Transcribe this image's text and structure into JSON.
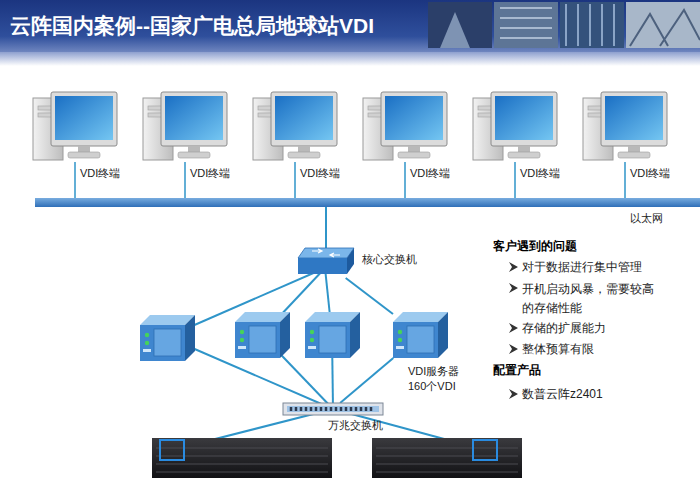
{
  "diagram": {
    "title": "云阵国内案例--国家广电总局地球站VDI",
    "nodes": [
      {
        "text": [
          "VDI终端"
        ]
      },
      {
        "text": [
          "VDI终端"
        ]
      },
      {
        "text": [
          "VDI终端"
        ]
      },
      {
        "text": [
          "VDI终端"
        ]
      },
      {
        "text": [
          "VDI终端"
        ]
      },
      {
        "text": [
          "VDI终端"
        ]
      },
      {
        "text": [
          "以太网"
        ]
      },
      {
        "text": [
          "核心交换机"
        ]
      },
      {
        "text": [
          "VDI服务器 160个VDI"
        ]
      },
      {
        "text": [
          "万兆交换机"
        ]
      }
    ],
    "edges": [
      {
        "from": 0,
        "to": 6,
        "arrow": "none"
      },
      {
        "from": 1,
        "to": 6,
        "arrow": "none"
      },
      {
        "from": 2,
        "to": 6,
        "arrow": "none"
      },
      {
        "from": 3,
        "to": 6,
        "arrow": "none"
      },
      {
        "from": 4,
        "to": 6,
        "arrow": "none"
      },
      {
        "from": 5,
        "to": 6,
        "arrow": "none"
      },
      {
        "from": 6,
        "to": 7,
        "arrow": "none"
      },
      {
        "from": 7,
        "to": 8,
        "arrow": "none"
      },
      {
        "from": 8,
        "to": 9,
        "arrow": "none"
      }
    ],
    "labels": [
      "客户遇到的问题",
      "对于数据进行集中管理",
      "开机启动风暴，需要较高的存储性能",
      "存储的扩展能力",
      "整体预算有限",
      "配置产品",
      "数普云阵z2401"
    ]
  }
}
